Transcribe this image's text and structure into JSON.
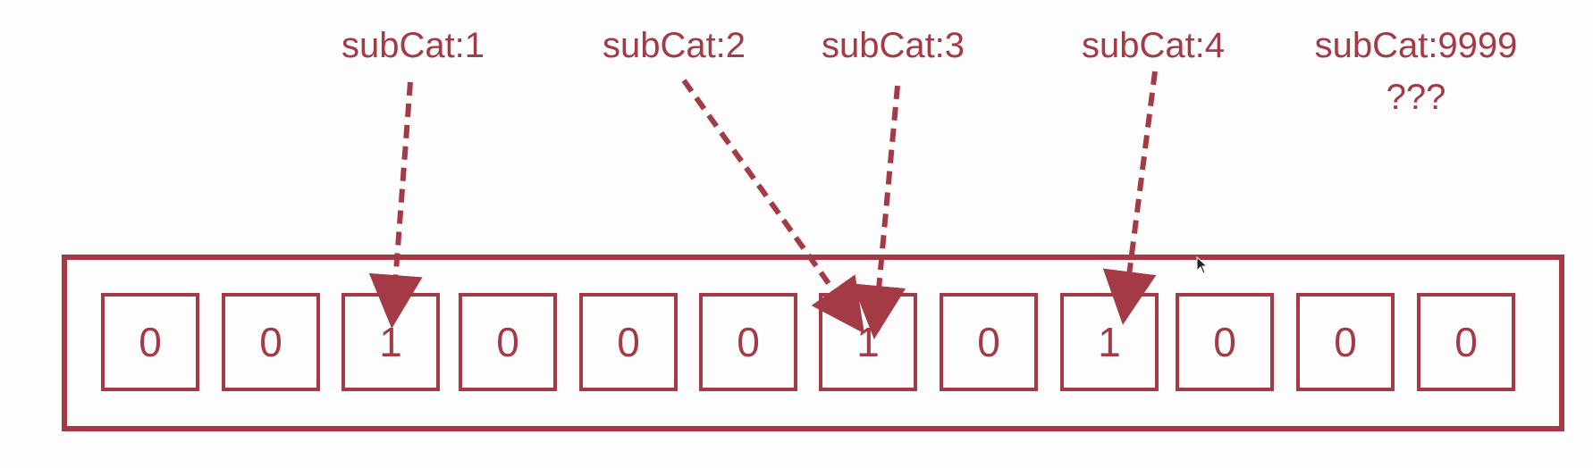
{
  "labels": [
    {
      "text": "subCat:1",
      "note": ""
    },
    {
      "text": "subCat:2",
      "note": ""
    },
    {
      "text": "subCat:3",
      "note": ""
    },
    {
      "text": "subCat:4",
      "note": ""
    },
    {
      "text": "subCat:9999",
      "note": "???"
    }
  ],
  "bits": [
    "0",
    "0",
    "1",
    "0",
    "0",
    "0",
    "1",
    "0",
    "1",
    "0",
    "0",
    "0"
  ],
  "colors": {
    "accent": "#a33a46",
    "background": "#fdfdfd"
  }
}
